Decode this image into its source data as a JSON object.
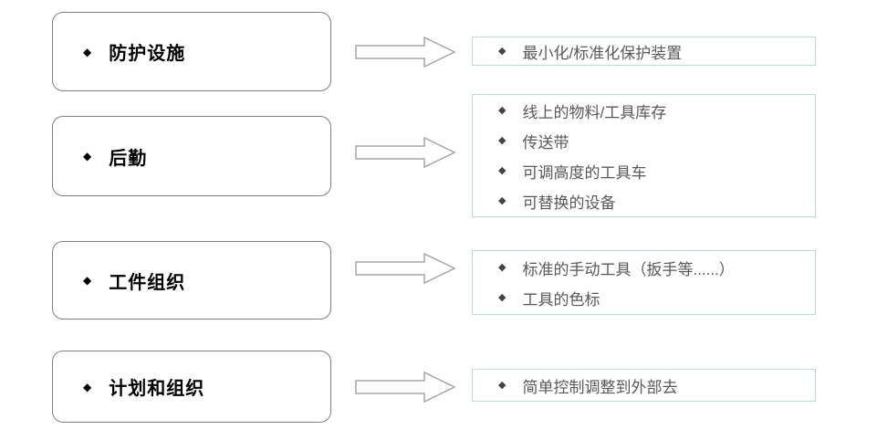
{
  "bullet": "◆",
  "colors": {
    "left_box_border": "#7f7f7f",
    "right_box_border": "#b7dfd1",
    "arrow_stroke": "#a6a6a6",
    "category_text": "#000000",
    "detail_text": "#595959"
  },
  "rows": [
    {
      "category": "防护设施",
      "items": [
        "最小化/标准化保护装置"
      ]
    },
    {
      "category": "后勤",
      "items": [
        "线上的物料/工具库存",
        "传送带",
        "可调高度的工具车",
        "可替换的设备"
      ]
    },
    {
      "category": "工件组织",
      "items": [
        "标准的手动工具（扳手等......）",
        "工具的色标"
      ]
    },
    {
      "category": "计划和组织",
      "items": [
        "简单控制调整到外部去"
      ]
    }
  ]
}
